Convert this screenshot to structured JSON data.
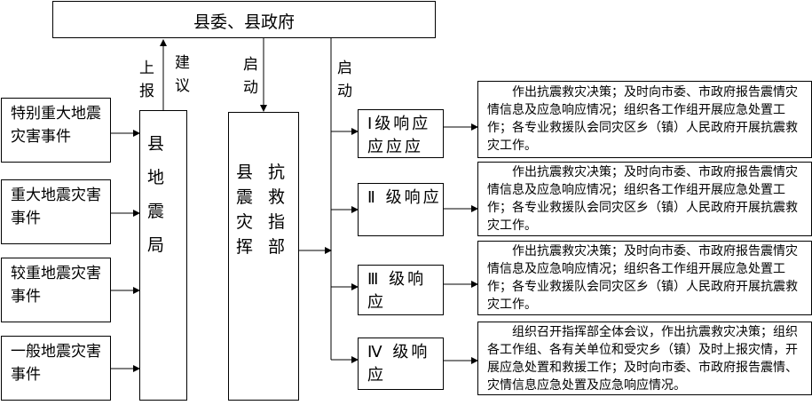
{
  "top": {
    "title": "县委、县政府"
  },
  "events": [
    {
      "label": "特别重大地震灾害事件"
    },
    {
      "label": "重大地震灾害事件"
    },
    {
      "label": "较重地震灾害事件"
    },
    {
      "label": "一般地震灾害事件"
    }
  ],
  "bureau": {
    "label": "县地震局",
    "chars": [
      "县",
      "地",
      "震",
      "局"
    ]
  },
  "hq": {
    "label": "县震灾抗救指挥部",
    "col1": [
      "县",
      "震",
      "灾",
      "挥"
    ],
    "col2": [
      "抗",
      "救",
      "指",
      "部"
    ]
  },
  "arrows": {
    "report": "上报",
    "advice": "建议",
    "start1": "启动",
    "start2": "启动"
  },
  "responses": [
    {
      "label": "Ⅰ级响应应应应",
      "desc": "作出抗震救灾决策；及时向市委、市政府报告震情灾情信息及应急响应情况；组织各工作组开展应急处置工作；各专业救援队会同灾区乡（镇）人民政府开展抗震救灾工作。"
    },
    {
      "label": "Ⅱ 级响应",
      "desc": "作出抗震救灾决策；及时向市委、市政府报告震情灾情信息及应急响应情况；组织各工作组开展应急处置工作；各专业救援队会同灾区乡（镇）人民政府开展抗震救灾工作。"
    },
    {
      "label": "Ⅲ 级响应",
      "desc": "作出抗震救灾决策；及时向市委、市政府报告震情灾情信息及应急响应情况；组织各工作组开展应急处置工作；各专业救援队会同灾区乡（镇）人民政府开展抗震救灾工作。"
    },
    {
      "label": "Ⅳ 级响应",
      "desc": "组织召开指挥部全体会议，作出抗震救灾决策；组织各工作组、各有关单位和受灾乡（镇）及时上报灾情，开展应急处置和救援工作；及时向市委、市政府报告震情、灾情信息应急处置及应急响应情况。"
    }
  ]
}
